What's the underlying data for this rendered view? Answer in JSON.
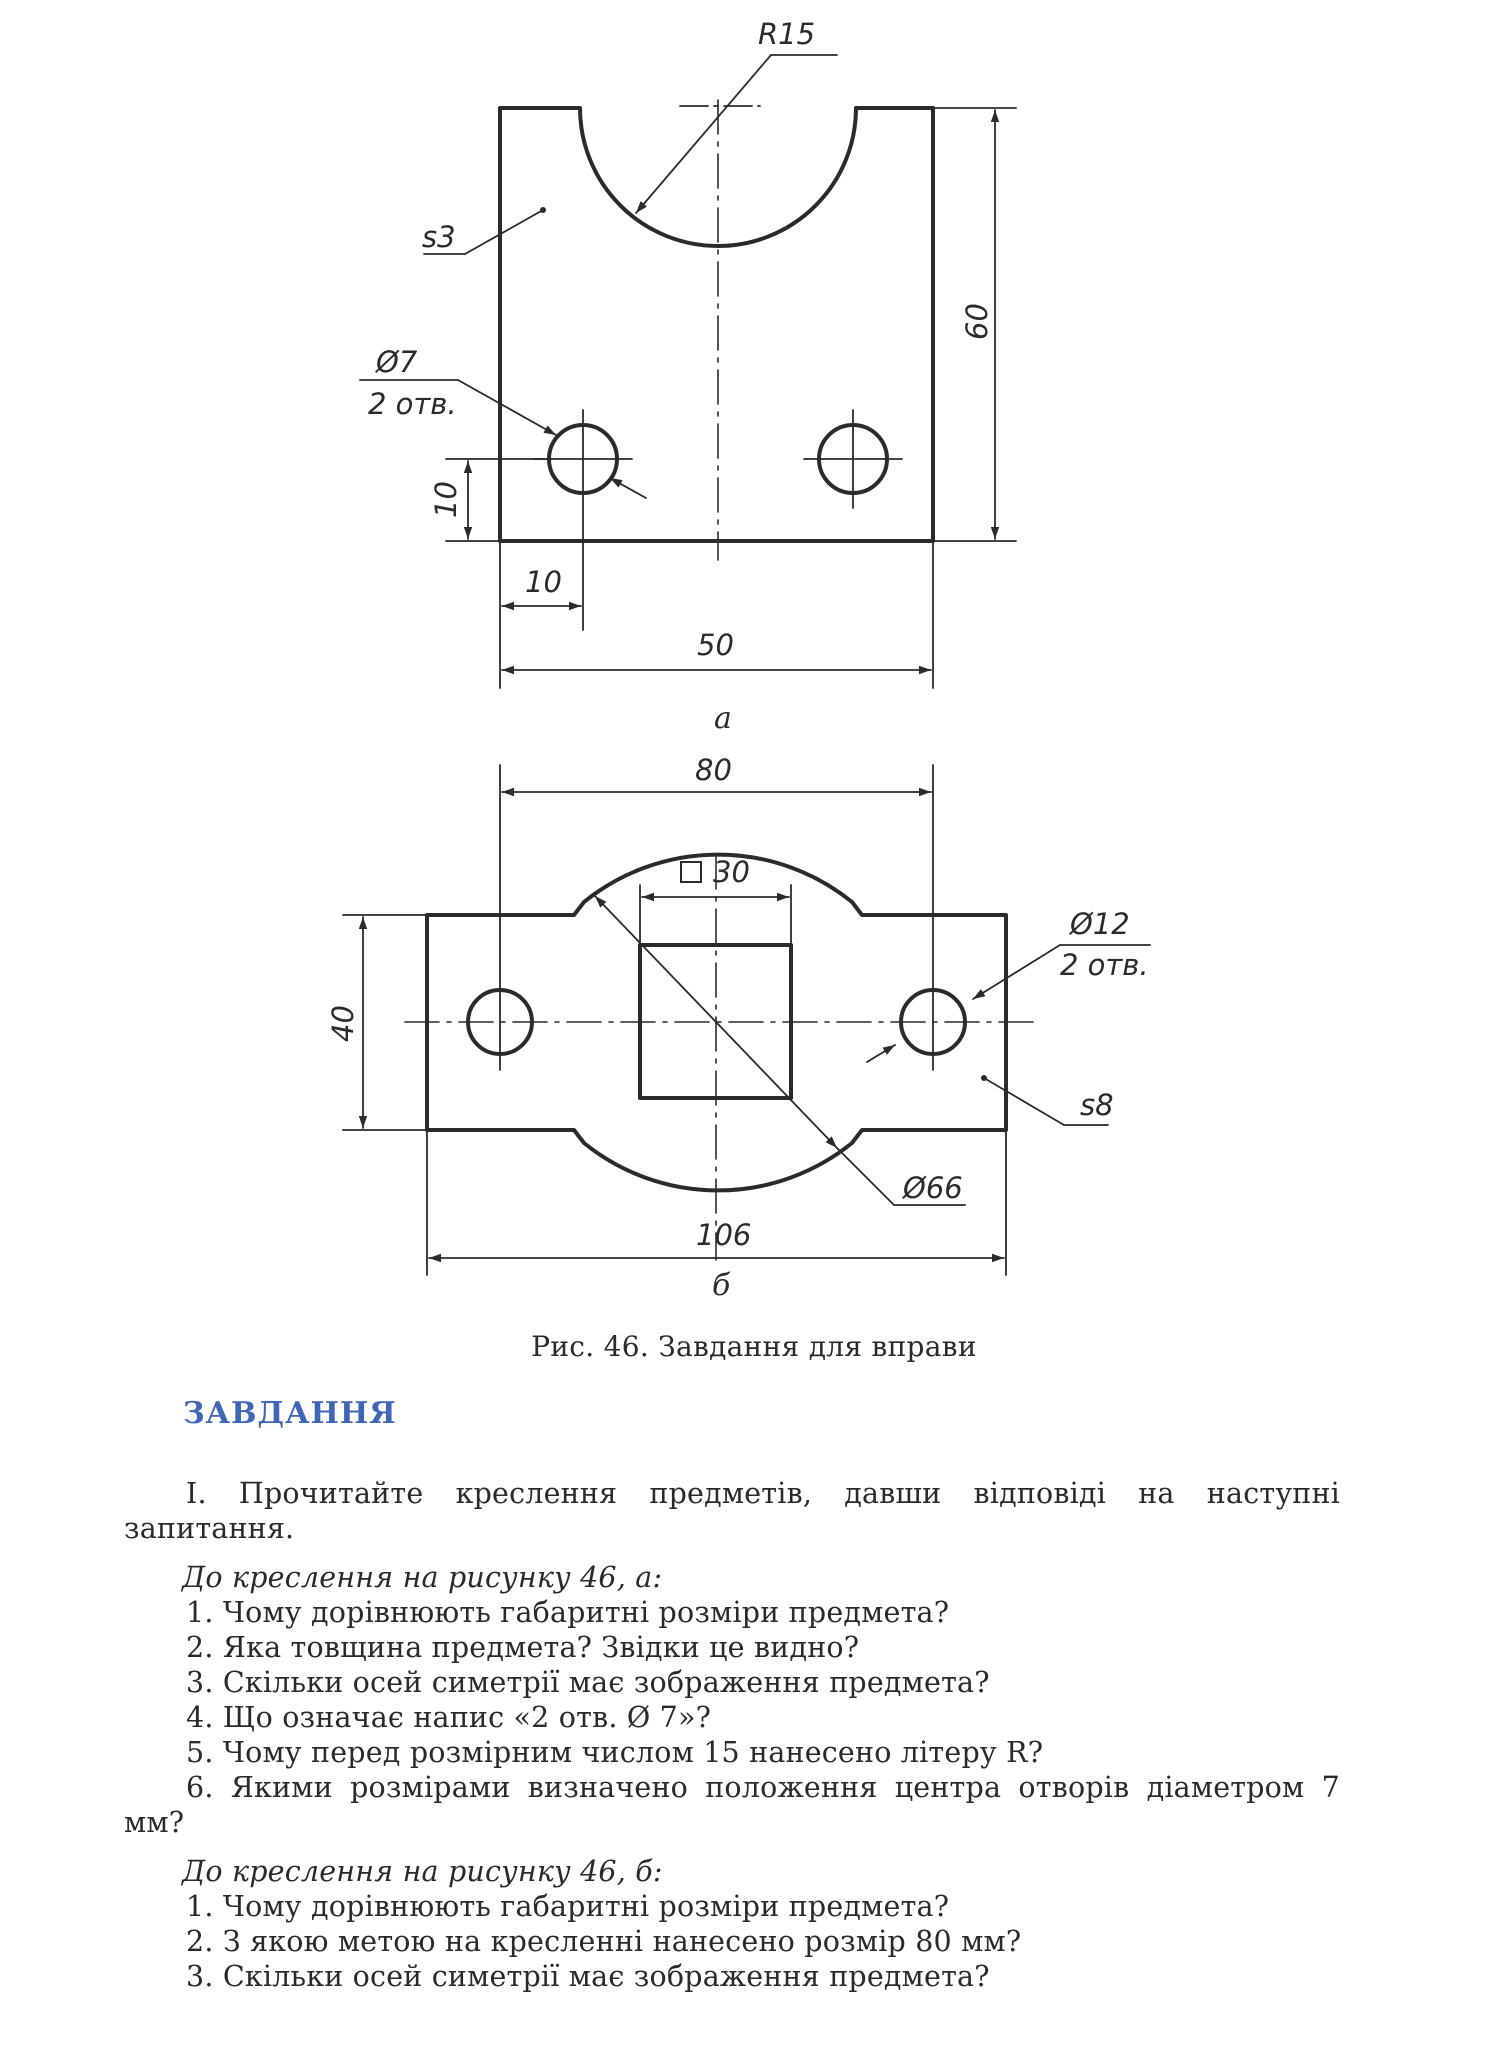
{
  "figure_a": {
    "label": "а",
    "dims": {
      "radius": "R15",
      "thickness": "s3",
      "hole_diameter": "Ø7",
      "hole_count": "2 отв.",
      "height": "60",
      "hole_offset_y": "10",
      "hole_offset_x": "10",
      "width": "50"
    }
  },
  "figure_b": {
    "label": "б",
    "dims": {
      "length_between": "80",
      "square": "30",
      "hole_diameter": "Ø12",
      "hole_count": "2 отв.",
      "height": "40",
      "thickness": "s8",
      "circle_diameter": "Ø66",
      "total_length": "106"
    }
  },
  "caption": "Рис. 46. Завдання для вправи",
  "heading": "ЗАВДАННЯ",
  "intro": "І. Прочитайте креслення предметів, давши відповіді на наступні запитання.",
  "section_a": {
    "title": "До креслення на рисунку 46, а:",
    "questions": [
      "1. Чому дорівнюють габаритні розміри предмета?",
      "2. Яка товщина предмета? Звідки це видно?",
      "3. Скільки осей симетрії має зображення предмета?",
      "4. Що означає напис «2 отв. Ø 7»?",
      "5. Чому перед розмірним числом 15 нанесено літеру R?",
      "6. Якими розмірами визначено положення центра отворів діаметром 7 мм?"
    ]
  },
  "section_b": {
    "title": "До креслення на рисунку 46, б:",
    "questions": [
      "1. Чому дорівнюють габаритні розміри предмета?",
      "2. З якою метою на кресленні нанесено розмір 80 мм?",
      "3. Скільки осей симетрії має зображення предмета?"
    ]
  }
}
